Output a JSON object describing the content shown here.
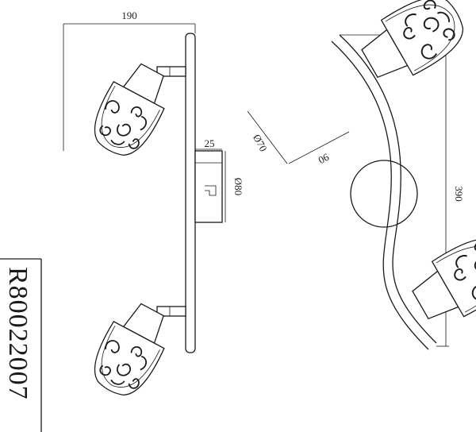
{
  "model_number": "R80022007",
  "dimensions": {
    "width": "190",
    "depth": "25",
    "base_diameter": "Ø80",
    "shade_diameter": "Ø70",
    "shade_length": "90",
    "length": "390"
  },
  "colors": {
    "ink": "#1a1a1a",
    "background": "#ffffff"
  }
}
